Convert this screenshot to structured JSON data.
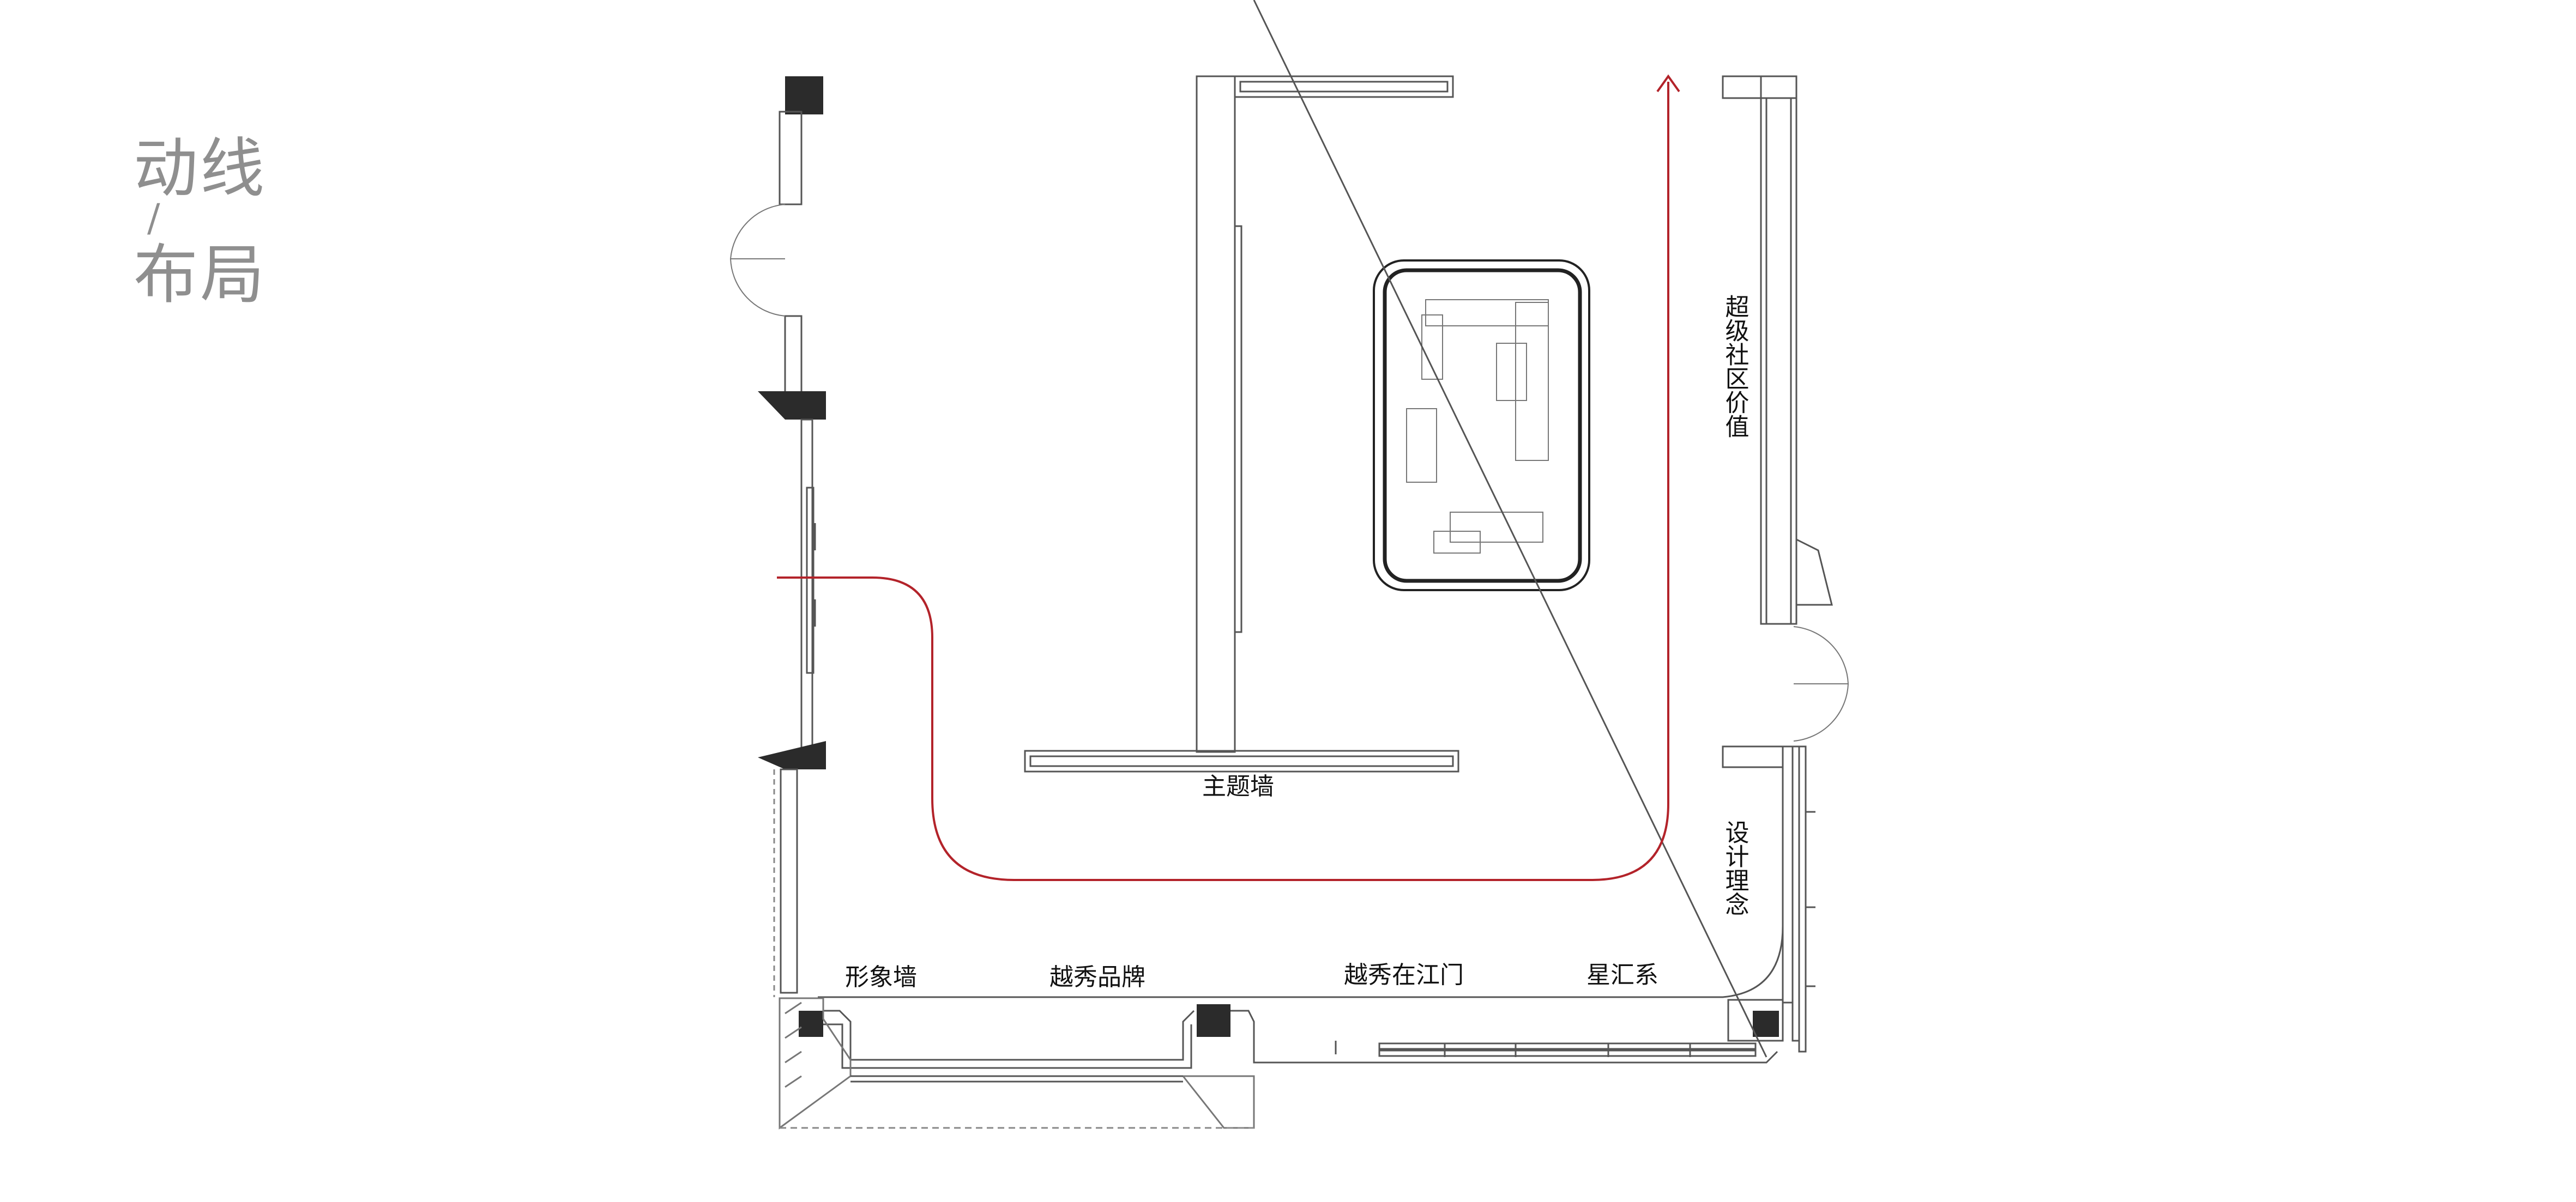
{
  "title": {
    "line1": "动线",
    "separator": "/",
    "line2": "布局"
  },
  "labels": {
    "theme_wall": "主题墙",
    "super_community": "超级社区价值",
    "design_concept": "设计理念",
    "image_wall": "形象墙",
    "brand": "越秀品牌",
    "yuexiu_jiangmen": "越秀在江门",
    "star_series": "星汇系"
  },
  "colors": {
    "wall": "#333333",
    "pillar": "#2b2b2b",
    "route": "#b3232a",
    "heading": "#8f8f8f",
    "line": "#555555"
  }
}
